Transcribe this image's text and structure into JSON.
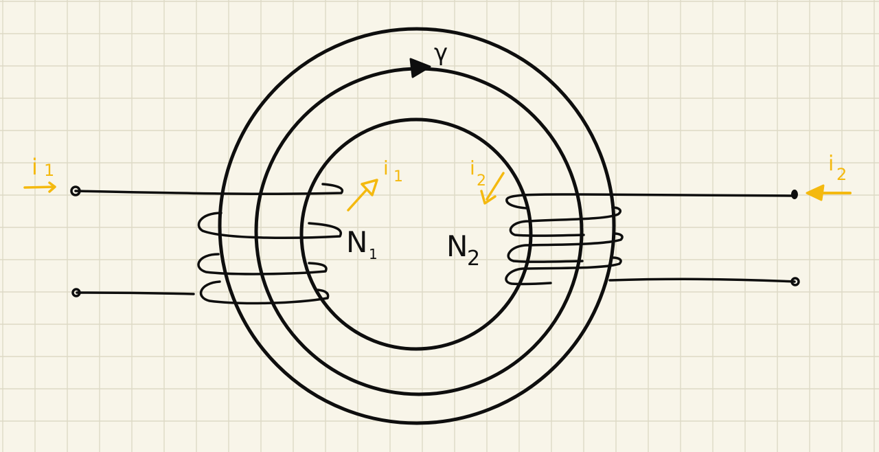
{
  "labels": {
    "path": "γ",
    "winding1": "N",
    "winding1_sub": "1",
    "winding2": "N",
    "winding2_sub": "2",
    "current1_outer": "i",
    "current1_outer_sub": "1",
    "current1_inner": "i",
    "current1_inner_sub": "1",
    "current2_inner": "i",
    "current2_inner_sub": "2",
    "current2_outer": "i",
    "current2_outer_sub": "2"
  },
  "colors": {
    "paper": "#f8f5e9",
    "grid": "#ddd9c6",
    "ink": "#0e0e0e",
    "highlight": "#f4b90f"
  },
  "icons": {
    "direction_arrow": "arrow-head-icon",
    "terminal": "terminal-dot-icon"
  }
}
